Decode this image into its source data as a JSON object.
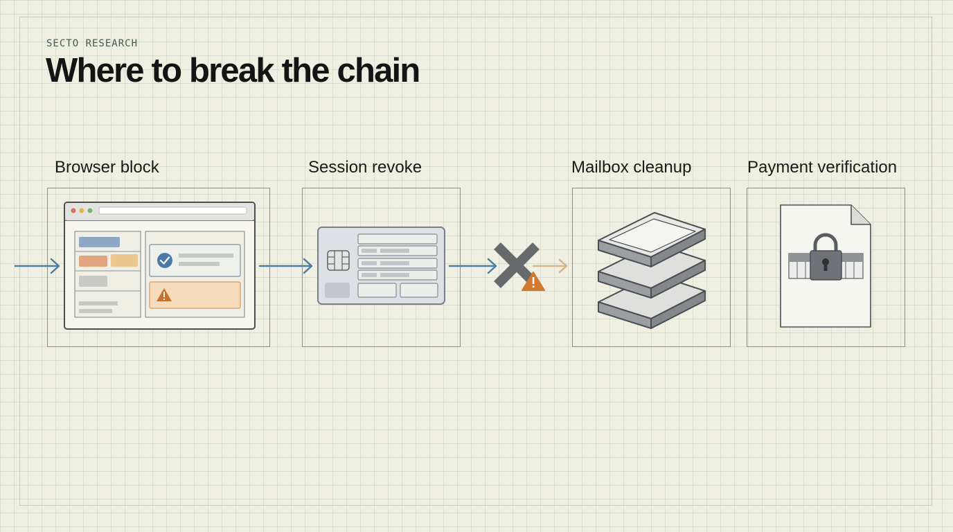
{
  "brand": "SECTO RESEARCH",
  "title": "Where to break the chain",
  "stages": [
    {
      "label": "Browser block",
      "icon": "browser-window-icon"
    },
    {
      "label": "Session revoke",
      "icon": "id-card-icon"
    },
    {
      "label": "Mailbox cleanup",
      "icon": "stacked-trays-icon"
    },
    {
      "label": "Payment verification",
      "icon": "locked-document-icon"
    }
  ],
  "break_point": {
    "icon": "x-mark-icon",
    "warning_icon": "warning-icon"
  },
  "colors": {
    "arrow_blue": "#4f7ca3",
    "arrow_faded": "#d6b58a",
    "warning": "#d17a2f",
    "check_blue": "#4a7ba7",
    "x_gray": "#676a6c"
  }
}
